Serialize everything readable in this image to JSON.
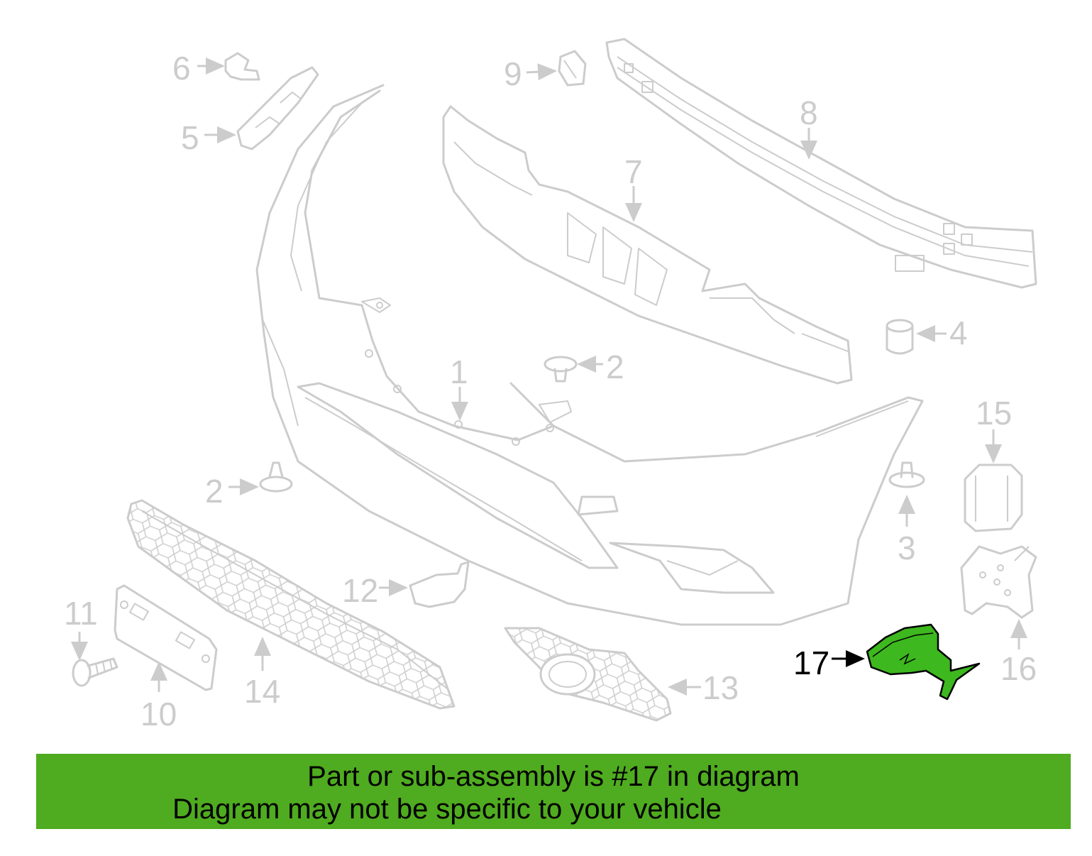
{
  "callouts": [
    "1",
    "2",
    "2",
    "3",
    "4",
    "5",
    "6",
    "7",
    "8",
    "9",
    "10",
    "11",
    "12",
    "13",
    "14",
    "15",
    "16",
    "17"
  ],
  "highlight_color": "#3db81e",
  "banner": {
    "color": "#4fab1f",
    "line1": "Part or sub-assembly is #17 in diagram",
    "line2": "Diagram may not be specific to your vehicle"
  }
}
